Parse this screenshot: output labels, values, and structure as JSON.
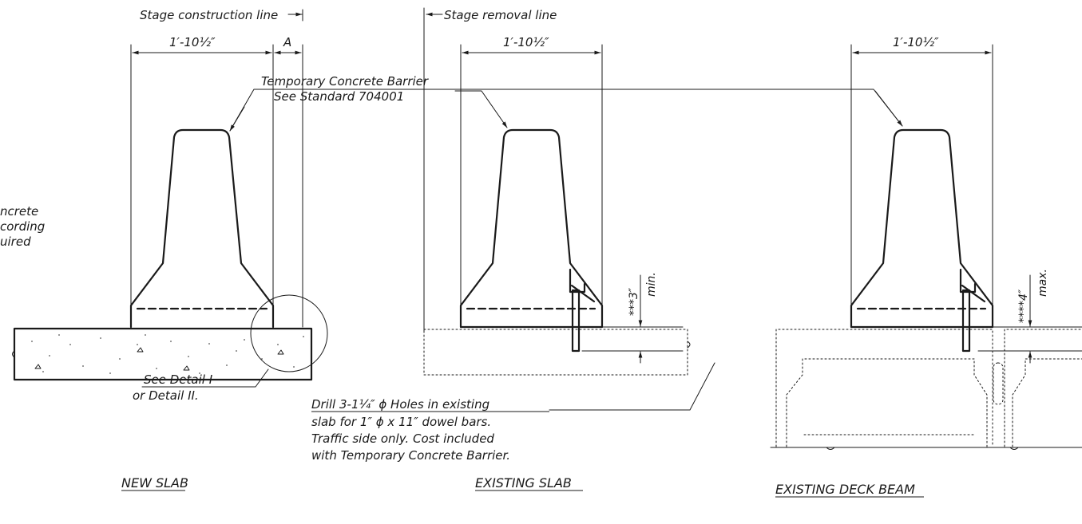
{
  "labels": {
    "stage_construction_line": "Stage construction line",
    "stage_removal_line": "Stage removal line",
    "dim_width_1": "1′-10½″",
    "dim_width_2": "1′-10½″",
    "dim_width_3": "1′-10½″",
    "dim_a": "A",
    "tcb_title": "Temporary  Concrete Barrier",
    "tcb_standard": "See Standard 704001",
    "left_note_1": "ncrete",
    "left_note_2": "cording",
    "left_note_3": "uired",
    "detail_ref_1": "See Detail I",
    "detail_ref_2": "or Detail II.",
    "drill_note_1": "Drill 3-1¼″ ϕ Holes in existing",
    "drill_note_2": "slab for 1″ ϕ x 11″ dowel bars.",
    "drill_note_3": "Traffic side only.  Cost included",
    "drill_note_4": "with Temporary Concrete Barrier.",
    "dim_3_min": "***3″",
    "dim_3_min_qual": "min.",
    "dim_4_max": "****4″",
    "dim_4_max_qual": "max."
  },
  "titles": {
    "new_slab": "NEW SLAB",
    "existing_slab": "EXISTING SLAB",
    "existing_deck_beam": "EXISTING DECK BEAM"
  }
}
